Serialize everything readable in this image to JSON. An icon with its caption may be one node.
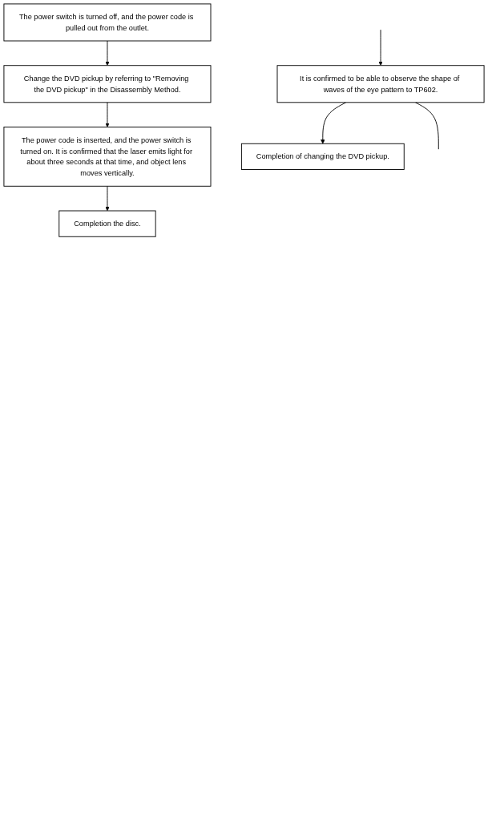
{
  "diagram": {
    "nodes": [
      {
        "text": [
          "The power switch is turned off, and the power code is pulled out from the outlet."
        ]
      },
      {
        "text": [
          "Change the DVD pickup by referring to \"Removing the DVD pickup\" in the Disassembly Method."
        ]
      },
      {
        "text": [
          "The power code is inserted, and the power switch is turned on. It is confirmed that the laser emits light for about three seconds at that time, and object lens moves vertically."
        ]
      },
      {
        "text": [
          "Completion the disc."
        ]
      },
      {
        "text": [
          "It is confirmed to be able to observe the shape of waves of the eye pattern to TP602."
        ]
      },
      {
        "text": [
          "Completion of changing the DVD pickup."
        ]
      }
    ],
    "edges": [
      {
        "from": 0,
        "to": 1,
        "arrow": "to"
      },
      {
        "from": 1,
        "to": 2,
        "arrow": "to"
      },
      {
        "from": 2,
        "to": 3,
        "arrow": "to"
      },
      {
        "from": null,
        "to": 4,
        "arrow": "to"
      },
      {
        "from": 4,
        "to": 5,
        "arrow": "to"
      },
      {
        "from": 4,
        "to": null,
        "arrow": "none"
      }
    ]
  }
}
